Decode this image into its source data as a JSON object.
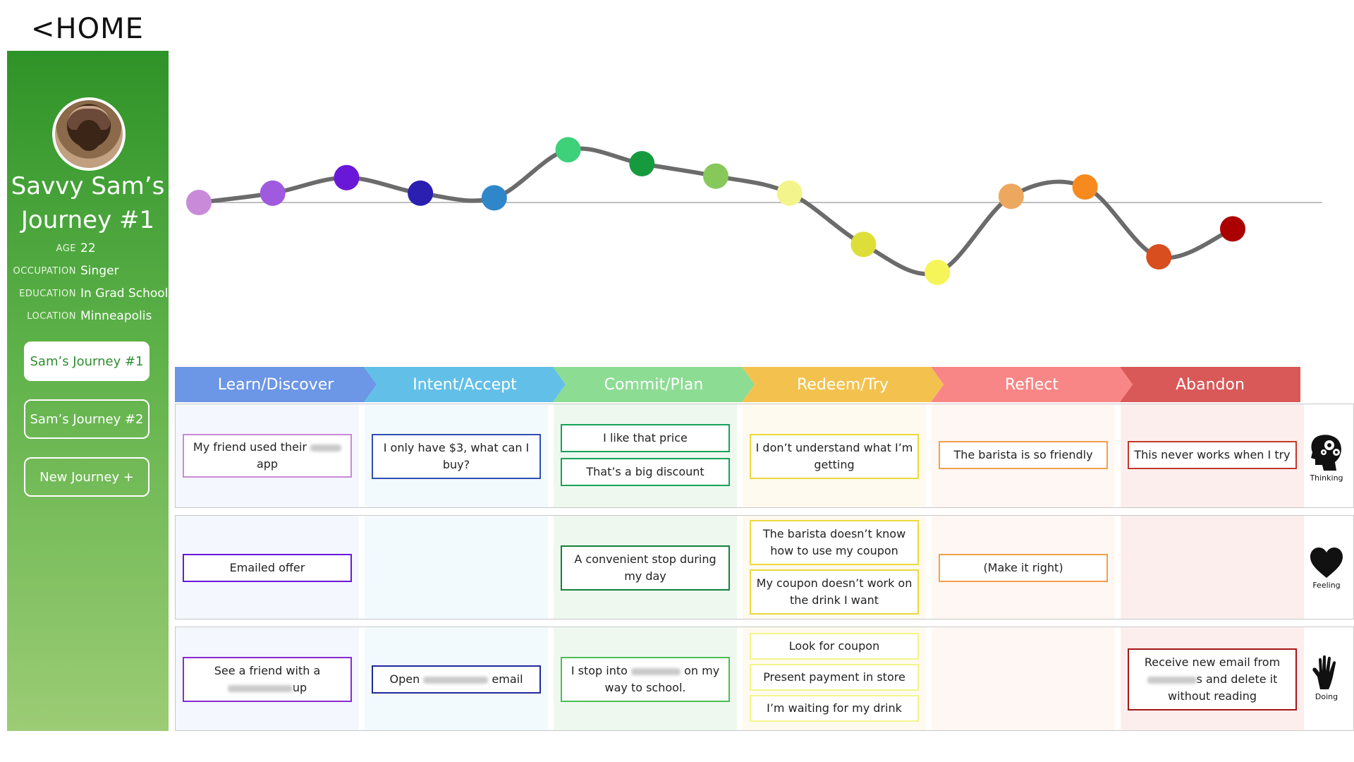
{
  "nav": {
    "home_label": "<HOME"
  },
  "persona": {
    "name_line1": "Savvy Sam’s",
    "name_line2": "Journey #1",
    "age_label": "AGE",
    "age": "22",
    "occupation_label": "OCCUPATION",
    "occupation": "Singer",
    "education_label": "EDUCATION",
    "education": "In Grad School",
    "location_label": "LOCATION",
    "location": "Minneapolis"
  },
  "journeys": [
    {
      "label": "Sam’s Journey #1",
      "active": true
    },
    {
      "label": "Sam’s Journey #2",
      "active": false
    },
    {
      "label": "New Journey +",
      "active": false
    }
  ],
  "stages": [
    {
      "label": "Learn/Discover",
      "color": "#6c96e6"
    },
    {
      "label": "Intent/Accept",
      "color": "#62c0e8"
    },
    {
      "label": "Commit/Plan",
      "color": "#8ddc94"
    },
    {
      "label": "Redeem/Try",
      "color": "#f3c24e"
    },
    {
      "label": "Reflect",
      "color": "#f98686"
    },
    {
      "label": "Abandon",
      "color": "#d95858"
    }
  ],
  "rows": [
    {
      "label": "Thinking",
      "icon": "head-gears-icon"
    },
    {
      "label": "Feeling",
      "icon": "heart-icon"
    },
    {
      "label": "Doing",
      "icon": "hand-icon"
    }
  ],
  "cards": {
    "thinking": {
      "learn": {
        "pre": "My friend used their",
        "post": "app"
      },
      "intent": "I only have $3, what can I buy?",
      "commit1": "I like that price",
      "commit2": "That’s a big discount",
      "redeem": "I don’t understand what I’m getting",
      "reflect": "The barista is so friendly",
      "abandon": "This never works when I try"
    },
    "feeling": {
      "learn": "Emailed offer",
      "commit": "A convenient stop during my day",
      "redeem1": "The barista doesn’t know how to use my coupon",
      "redeem2": "My coupon doesn’t work on the drink I want",
      "reflect": "(Make it right)"
    },
    "doing": {
      "learn": {
        "pre": "See a friend with a",
        "post": "up"
      },
      "intent": {
        "pre": "Open",
        "post": "email"
      },
      "commit": {
        "pre": "I stop into",
        "post": "on my way to school."
      },
      "redeem1": "Look for coupon",
      "redeem2": "Present payment in store",
      "redeem3": "I’m waiting for my drink",
      "abandon": {
        "pre": "Receive new email from",
        "mid": "s and delete it",
        "post": "without reading"
      }
    }
  },
  "chart_data": {
    "type": "line",
    "baseline": 0,
    "ylim": [
      -5,
      5
    ],
    "points": [
      {
        "x": 1,
        "y": 0.0,
        "color": "#c98ad9"
      },
      {
        "x": 2,
        "y": 0.6,
        "color": "#a05ae0"
      },
      {
        "x": 3,
        "y": 1.6,
        "color": "#6a18d8"
      },
      {
        "x": 4,
        "y": 0.6,
        "color": "#2a1fb0"
      },
      {
        "x": 5,
        "y": 0.3,
        "color": "#2f86c8"
      },
      {
        "x": 6,
        "y": 3.4,
        "color": "#3fd07a"
      },
      {
        "x": 7,
        "y": 2.5,
        "color": "#169a3e"
      },
      {
        "x": 8,
        "y": 1.7,
        "color": "#86c85a"
      },
      {
        "x": 9,
        "y": 0.6,
        "color": "#f3f58c"
      },
      {
        "x": 10,
        "y": -2.7,
        "color": "#dede3a"
      },
      {
        "x": 11,
        "y": -4.5,
        "color": "#f5f55a"
      },
      {
        "x": 12,
        "y": 0.4,
        "color": "#eda860"
      },
      {
        "x": 13,
        "y": 1.0,
        "color": "#f78a1e"
      },
      {
        "x": 14,
        "y": -3.5,
        "color": "#d84e1e"
      },
      {
        "x": 15,
        "y": -1.7,
        "color": "#aa0000"
      }
    ]
  }
}
